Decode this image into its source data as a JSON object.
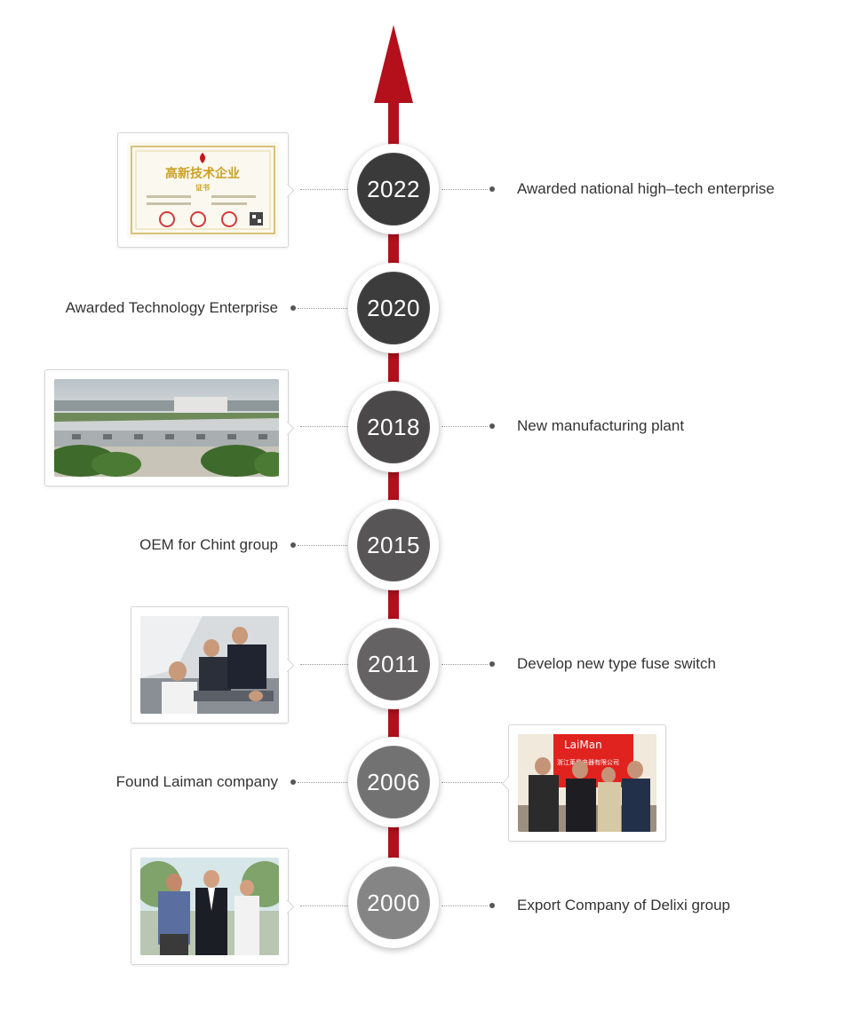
{
  "milestones": [
    {
      "year": "2022",
      "text": "Awarded national high–tech enterprise",
      "node_color": "#3a3a3a"
    },
    {
      "year": "2020",
      "text": "Awarded Technology Enterprise",
      "node_color": "#3d3c3c"
    },
    {
      "year": "2018",
      "text": "New manufacturing plant",
      "node_color": "#4a4848"
    },
    {
      "year": "2015",
      "text": "OEM for Chint group",
      "node_color": "#575555"
    },
    {
      "year": "2011",
      "text": "Develop new type fuse switch",
      "node_color": "#646262"
    },
    {
      "year": "2006",
      "text": "Found Laiman company",
      "node_color": "#737272"
    },
    {
      "year": "2000",
      "text": "Export Company of Delixi group",
      "node_color": "#858585"
    }
  ],
  "certificate": {
    "title": "高新技术企业",
    "subtitle": "证书"
  },
  "photos": {
    "company_banner": "LaiMan",
    "banner_cn": "浙江莱曼电器有限公司"
  },
  "colors": {
    "axis": "#b3101c",
    "text": "#333333",
    "dot": "#555555"
  }
}
